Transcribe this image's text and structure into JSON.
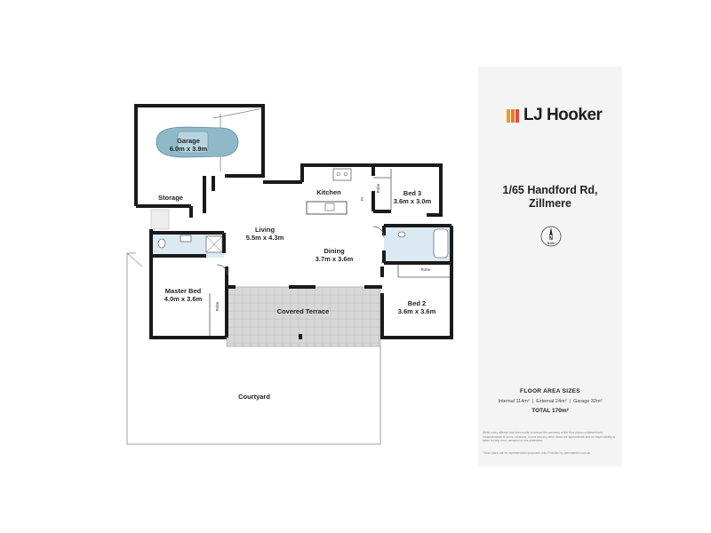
{
  "rooms": {
    "garage": {
      "name": "Garage",
      "size": "6.0m x 3.9m"
    },
    "storage": {
      "name": "Storage"
    },
    "kitchen": {
      "name": "Kitchen"
    },
    "living": {
      "name": "Living",
      "size": "5.5m x 4.3m"
    },
    "dining": {
      "name": "Dining",
      "size": "3.7m x 3.6m"
    },
    "bed3": {
      "name": "Bed 3",
      "size": "3.6m x 3.0m"
    },
    "bed2": {
      "name": "Bed 2",
      "size": "3.6m x 3.6m"
    },
    "master": {
      "name": "Master Bed",
      "size": "4.0m x 3.6m"
    },
    "terrace": {
      "name": "Covered Terrace"
    },
    "courtyard": {
      "name": "Courtyard"
    }
  },
  "robes": {
    "bed3": "Robe",
    "bed2": "Robe",
    "master": "Robe",
    "fridge": "Fr"
  },
  "brand": {
    "name": "LJ Hooker",
    "colors": [
      "#f39c12",
      "#e67e22",
      "#e74c3c"
    ]
  },
  "property": {
    "line1": "1/65 Handford Rd,",
    "line2": "Zillmere"
  },
  "compass": {
    "letter": "N",
    "label": "North"
  },
  "floor_areas": {
    "title": "FLOOR AREA SIZES",
    "internal": "Internal 114m²",
    "external": "External 24m²",
    "garage": "Garage 32m²",
    "total": "TOTAL  170m²"
  },
  "disclaimer": "While every attempt has been made to ensure the accuracy of the floor plans contained here, measurements of doors, windows, rooms and any other items are approximate and no responsibility is taken for any error, omission or mis-statement.",
  "note": "These plans are for representation purposes only. Provided by primesketch.com.au",
  "colors": {
    "wall": "#1a1a1a",
    "terrace": "#d8d8d8",
    "wet": "#dbe9f2",
    "car": "#8fb9c9"
  }
}
